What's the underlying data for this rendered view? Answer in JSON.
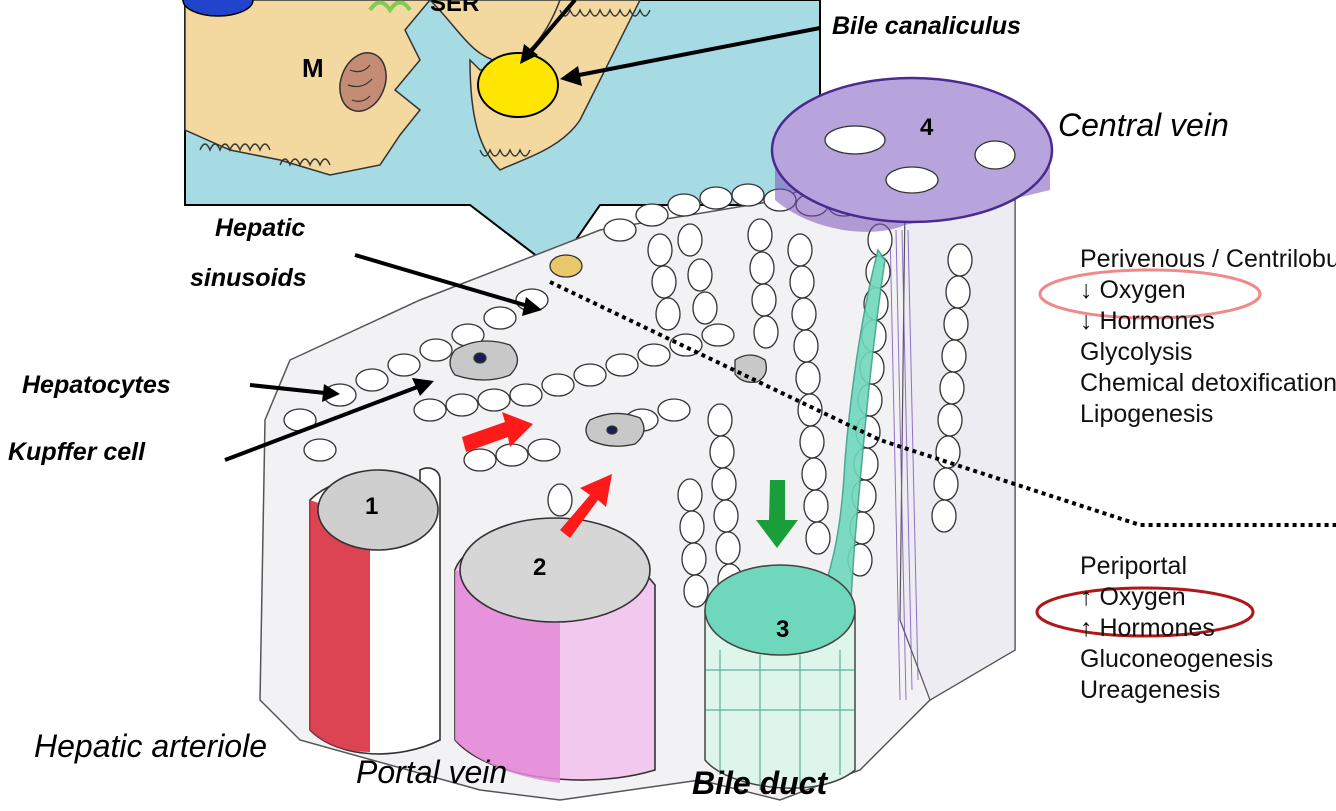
{
  "labels": {
    "ser": "SER",
    "m": "M",
    "bile_canaliculus": "Bile canaliculus",
    "central_vein": "Central vein",
    "hepatic_sinusoids_1": "Hepatic",
    "hepatic_sinusoids_2": "sinusoids",
    "hepatocytes": "Hepatocytes",
    "kupffer_cell": "Kupffer cell",
    "hepatic_arteriole": "Hepatic arteriole",
    "portal_vein": "Portal vein",
    "bile_duct": "Bile duct"
  },
  "numbers": {
    "n1": "1",
    "n2": "2",
    "n3": "3",
    "n4": "4"
  },
  "zones": {
    "perivenous": [
      "Perivenous / Centrilobular",
      "↓ Oxygen",
      "↓ Hormones",
      "Glycolysis",
      "Chemical detoxification",
      "Lipogenesis"
    ],
    "periportal": [
      "Periportal",
      "↑ Oxygen",
      "↑ Hormones",
      "Gluconeogenesis",
      "Ureagenesis"
    ]
  },
  "colors": {
    "hepatocyte_fill": "#f3d9a0",
    "sinus_blue": "#a6dbe4",
    "canaliculus_yellow": "#ffe600",
    "artery_red": "#d83040",
    "portal_pink": "#e48ad8",
    "bile_green": "#6fd8bc",
    "central_vein_purple": "#7a52b8",
    "arrow_red": "#ff1a1a",
    "arrow_green": "#1a9e3a",
    "oval_pink": "#f08a8a",
    "oval_darkred": "#b01818"
  }
}
